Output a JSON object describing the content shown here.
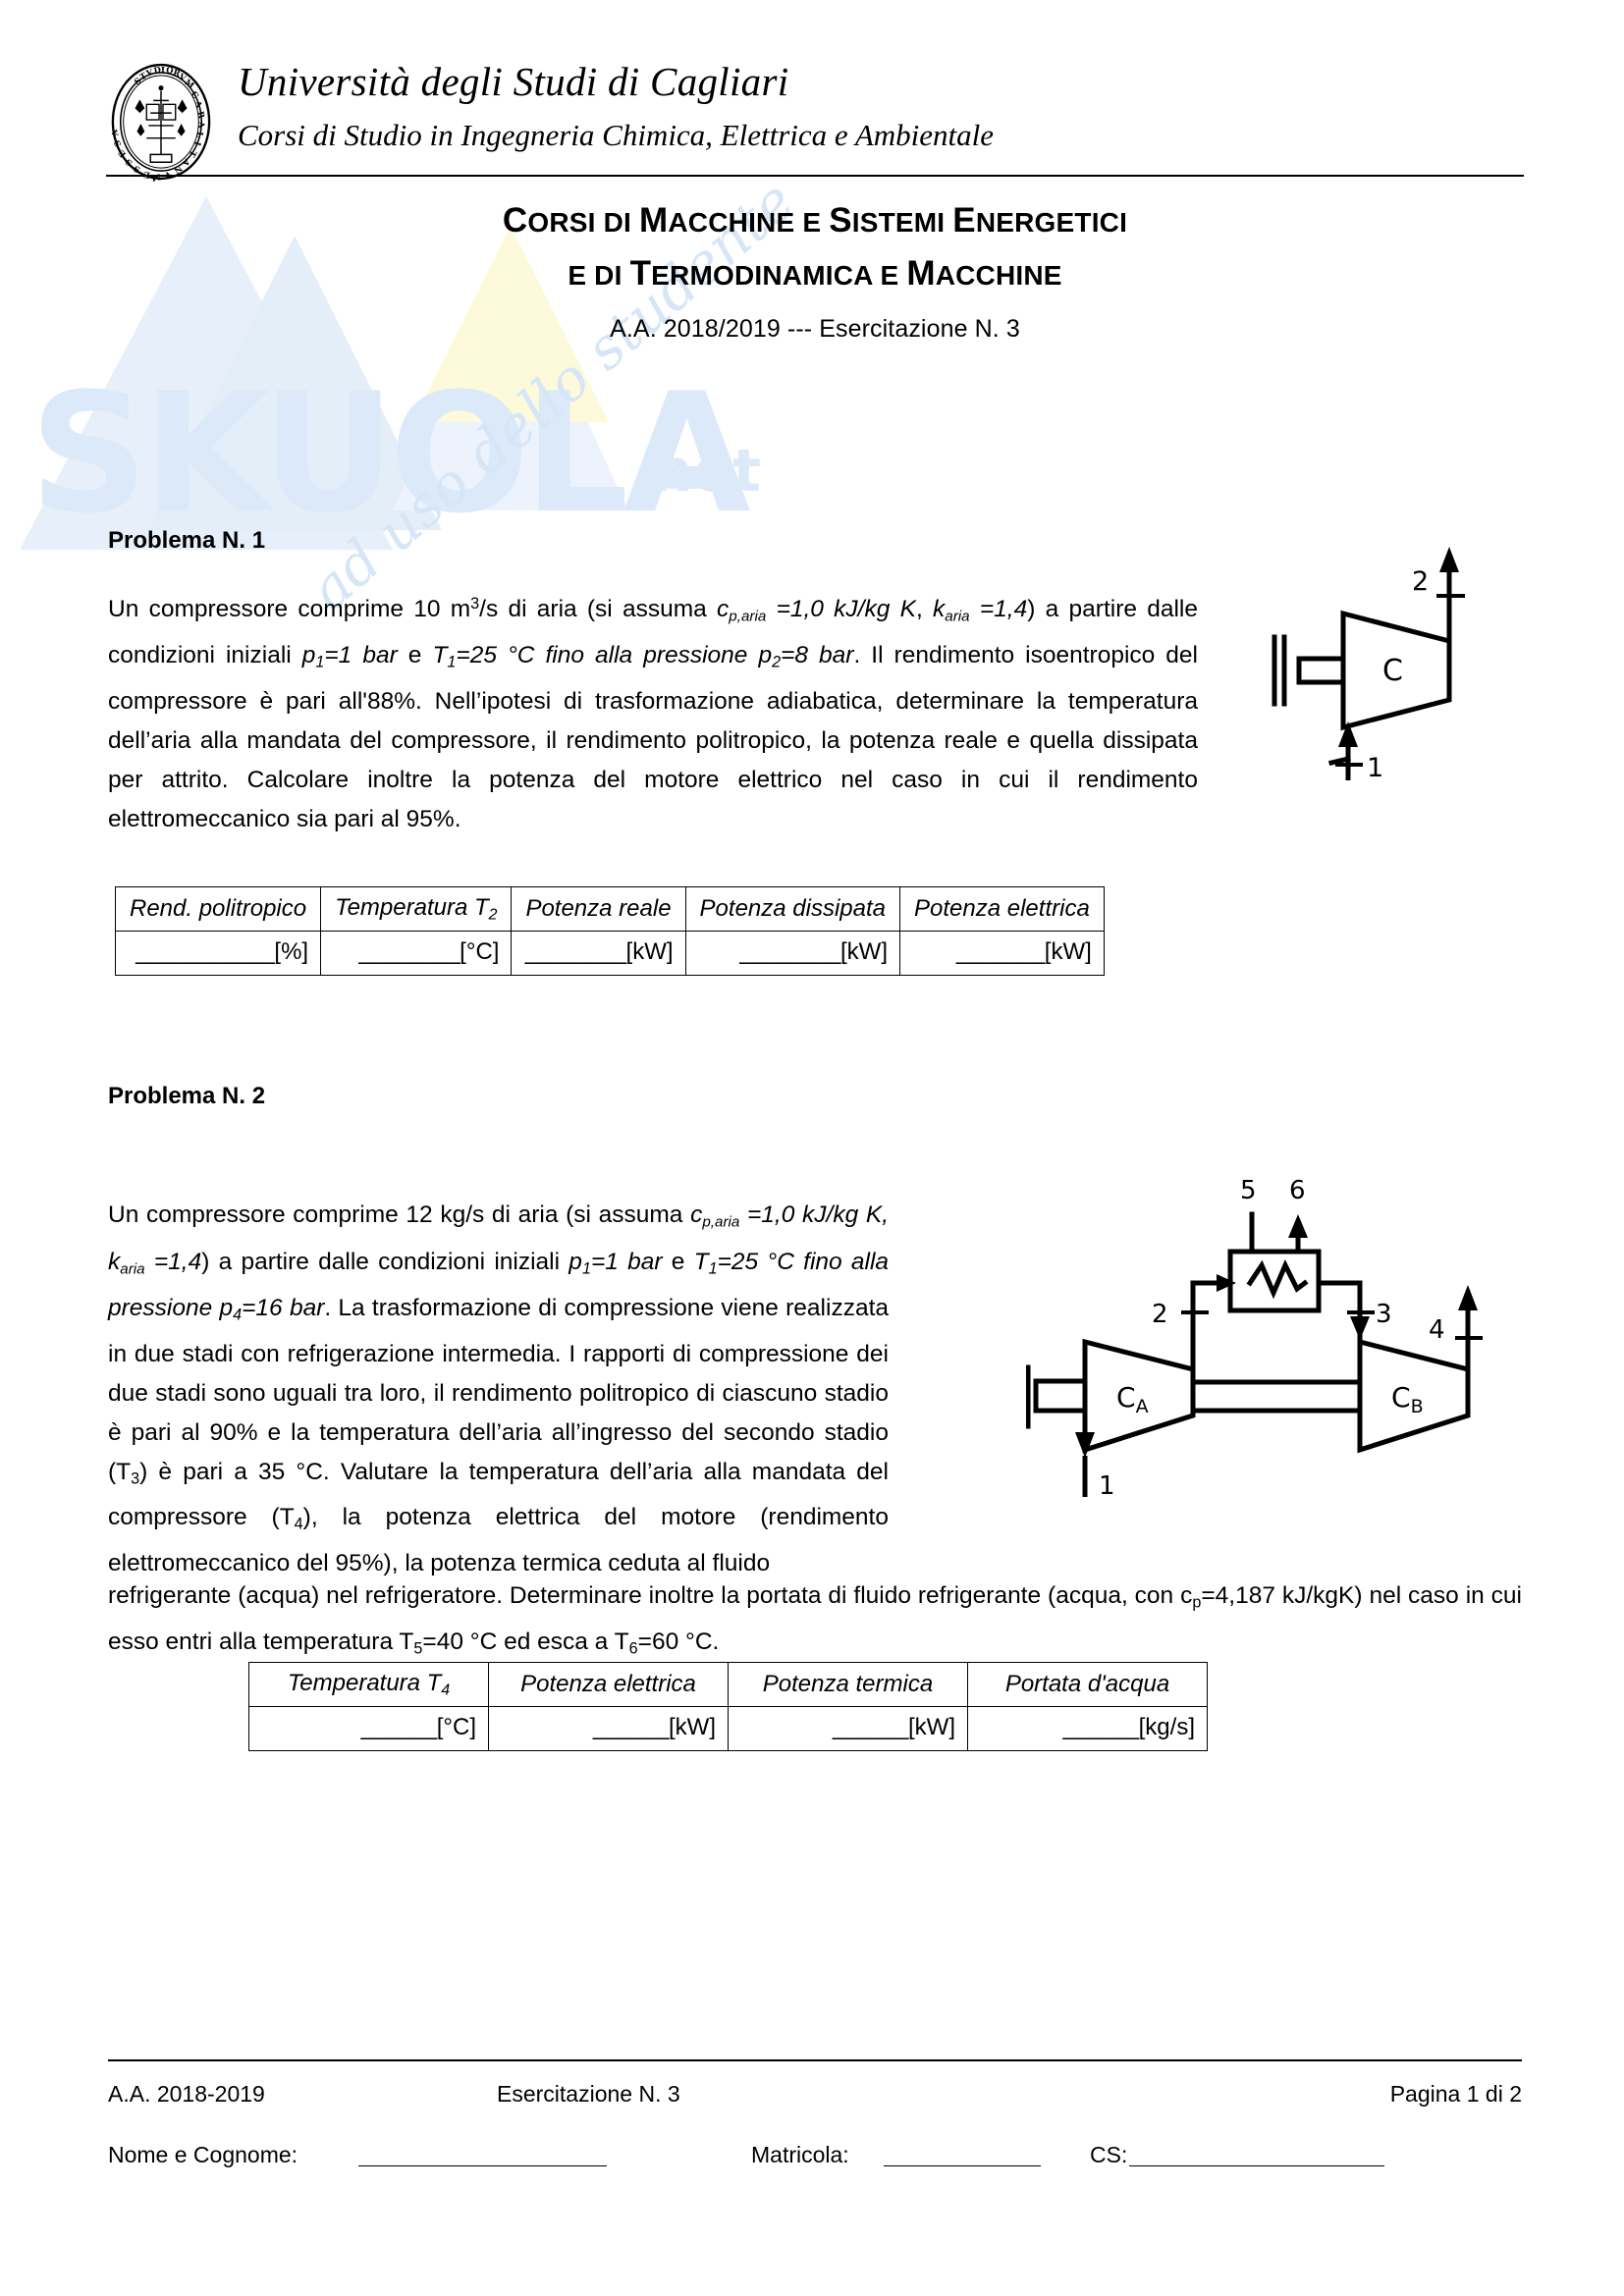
{
  "header": {
    "crest_alt": "university-crest",
    "university": "Università degli Studi di Cagliari",
    "faculty": "Corsi di Studio in Ingegneria Chimica, Elettrica e Ambientale"
  },
  "title": {
    "line1_a": "C",
    "line1_b": "ORSI DI ",
    "line1_c": "M",
    "line1_d": "ACCHINE E ",
    "line1_e": "S",
    "line1_f": "ISTEMI ",
    "line1_g": "E",
    "line1_h": "NERGETICI",
    "line1_plain": "CORSI DI MACCHINE E SISTEMI ENERGETICI",
    "line2_plain": "E DI TERMODINAMICA E MACCHINE",
    "subtitle": "A.A. 2018/2019 --- Esercitazione N. 3"
  },
  "problem1": {
    "heading": "Problema N. 1",
    "text_parts": {
      "p1": "Un compressore comprime 10 m",
      "p1_sup": "3",
      "p2": "/s di aria (si assuma ",
      "cp_sym": "c",
      "cp_sub": "p,aria",
      "p3": " =1,0  kJ/kg K, ",
      "k_sym": "k",
      "k_sub": "aria",
      "p4": " =1,4) a partire dalle condizioni iniziali ",
      "p1bar": "p",
      "p1bar_sub": "1",
      "p5": "=1 bar e ",
      "t1": "T",
      "t1_sub": "1",
      "p6": "=25 °C fino alla pressione ",
      "p2bar": "p",
      "p2bar_sub": "2",
      "p7": "=8 bar. Il rendimento isoentropico del compressore è pari all'88%. Nell’ipotesi di trasformazione adiabatica, determinare la temperatura dell’aria alla mandata del compressore, il rendimento politropico, la potenza reale e quella dissipata per attrito. Calcolare inoltre la potenza del motore elettrico nel caso in cui il rendimento elettromeccanico sia pari al 95%."
    },
    "table": {
      "headers": [
        "Rend. politropico",
        "Temperatura T₂",
        "Potenza reale",
        "Potenza dissipata",
        "Potenza elettrica"
      ],
      "units": [
        "[%]",
        "[°C]",
        "[kW]",
        "[kW]",
        "[kW]"
      ],
      "values": [
        "",
        "",
        "",
        "",
        ""
      ]
    },
    "diagram": {
      "label_machine": "C",
      "label_in": "1",
      "label_out": "2"
    }
  },
  "problem2": {
    "heading": "Problema N. 2",
    "text_parts": {
      "a1": "Un compressore comprime 12 kg/s di aria (si assuma ",
      "cp_sym": "c",
      "cp_sub": "p,aria",
      "a2": " =1,0 kJ/kg K, ",
      "k_sym": "k",
      "k_sub": "aria",
      "a3": " =1,4) a partire dalle condizioni iniziali ",
      "p1": "p",
      "p1_sub": "1",
      "a4": "=1 bar e ",
      "t1": "T",
      "t1_sub": "1",
      "a5": "=25 °C fino alla pressione ",
      "p4": "p",
      "p4_sub": "4",
      "a6": "=16 bar. La trasformazione di compressione viene realizzata in due stadi con refrigerazione intermedia. I rapporti di compressione dei due stadi sono uguali tra loro, il rendimento politropico di ciascuno stadio è pari al 90% e la temperatura dell’aria all’ingresso del secondo stadio (T",
      "t3_sub": "3",
      "a7": ") è pari a 35 °C. Valutare la temperatura dell’aria alla mandata del compressore (T",
      "t4_sub": "4",
      "a8": "), la potenza elettrica del motore (rendimento elettromeccanico del 95%), la potenza termica ceduta al fluido",
      "b1": "refrigerante (acqua) nel refrigeratore. Determinare inoltre la portata di fluido refrigerante (acqua, con ",
      "cp2": "c",
      "cp2_sub": "p",
      "b2": "=4,187 kJ/kgK) nel caso in cui esso entri alla temperatura T",
      "t5_sub": "5",
      "b3": "=40 °C ed esca a T",
      "t6_sub": "6",
      "b4": "=60 °C."
    },
    "table": {
      "headers": [
        "Temperatura T₄",
        "Potenza elettrica",
        "Potenza termica",
        "Portata d'acqua"
      ],
      "units": [
        "[°C]",
        "[kW]",
        "[kW]",
        "[kg/s]"
      ],
      "values": [
        "",
        "",
        "",
        ""
      ]
    },
    "diagram": {
      "label_machine_a": "C",
      "label_machine_a_sub": "A",
      "label_machine_b": "C",
      "label_machine_b_sub": "B",
      "label_1": "1",
      "label_2": "2",
      "label_3": "3",
      "label_4": "4",
      "label_5": "5",
      "label_6": "6"
    }
  },
  "footer": {
    "academic_year": "A.A. 2018-2019",
    "exercise": "Esercitazione N. 3",
    "page": "Pagina 1 di 2",
    "name_label": "Nome e Cognome:",
    "matricola_label": "Matricola:",
    "cs_label": "CS:"
  },
  "watermark": {
    "text": "SKUOLA.net",
    "subtext": "ad uso dello studente"
  },
  "colors": {
    "ink": "#000000",
    "paper": "#ffffff",
    "watermark_blue": "#dce9f7",
    "watermark_yellow": "#fdf6cf"
  }
}
